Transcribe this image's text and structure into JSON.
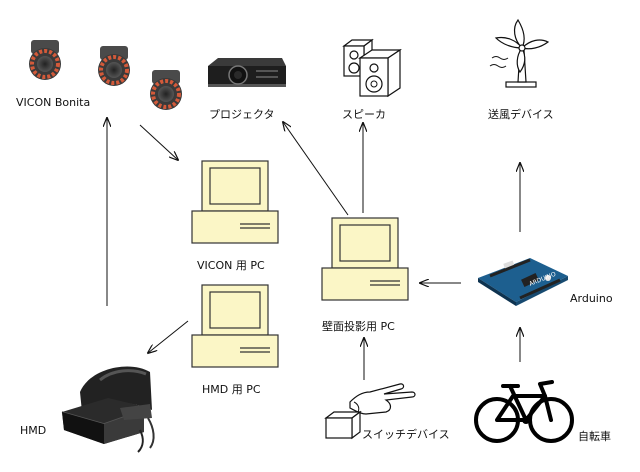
{
  "nodes": {
    "vicon_cameras": "VICON Bonita",
    "projector": "プロジェクタ",
    "speaker": "スピーカ",
    "fan": "送風デバイス",
    "vicon_pc": "VICON 用 PC",
    "hmd_pc": "HMD 用 PC",
    "wall_pc": "壁面投影用 PC",
    "arduino": "Arduino",
    "hmd": "HMD",
    "switch": "スイッチデバイス",
    "bicycle": "自転車"
  },
  "colors": {
    "pc_fill": "#fbf6c6",
    "pc_stroke": "#333333",
    "arrow": "#111111"
  }
}
